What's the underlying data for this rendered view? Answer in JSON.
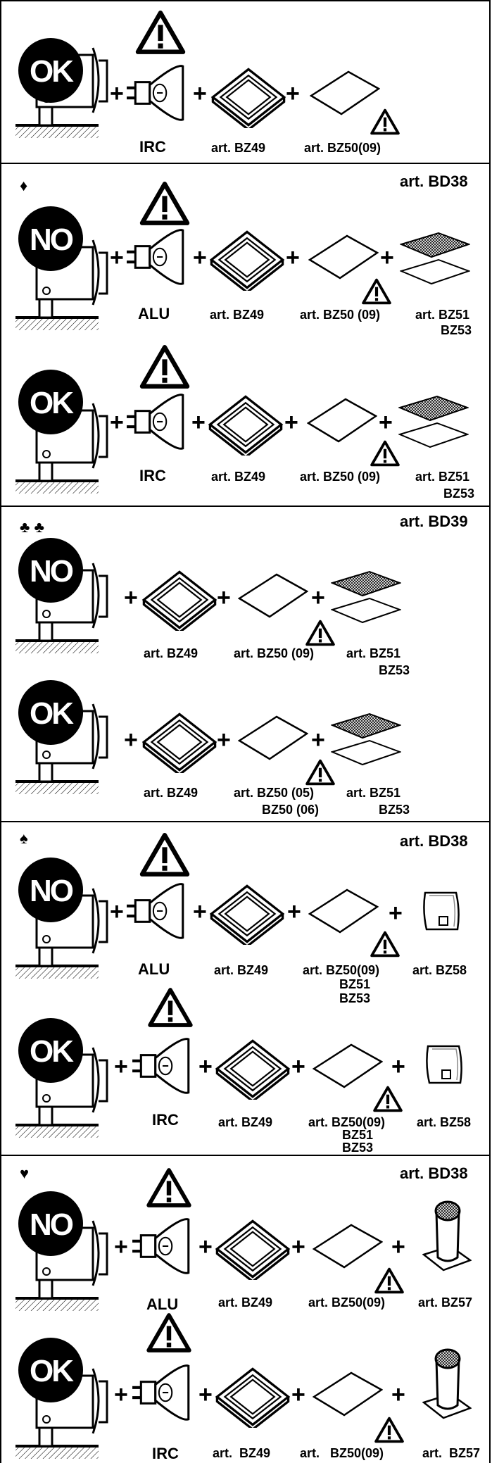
{
  "sections": [
    {
      "marker": "",
      "art_label": "",
      "rows": [
        {
          "status": "OK",
          "lamp": "IRC",
          "frame": "art. BZ49",
          "glass": "art. BZ50(09)",
          "extra": "",
          "extra2": ""
        }
      ]
    },
    {
      "marker": "♦",
      "art_label": "art. BD38",
      "rows": [
        {
          "status": "NO",
          "lamp": "ALU",
          "frame": "art. BZ49",
          "glass": "art. BZ50 (09)",
          "extra": "art. BZ51",
          "extra2": "BZ53"
        },
        {
          "status": "OK",
          "lamp": "IRC",
          "frame": "art. BZ49",
          "glass": "art. BZ50 (09)",
          "extra": "art. BZ51",
          "extra2": "BZ53"
        }
      ]
    },
    {
      "marker": "♣ ♣",
      "art_label": "art. BD39",
      "rows": [
        {
          "status": "NO",
          "frame": "art. BZ49",
          "glass": "art. BZ50 (09)",
          "glass2": "",
          "extra": "art. BZ51",
          "extra2": "BZ53"
        },
        {
          "status": "OK",
          "frame": "art. BZ49",
          "glass": "art. BZ50 (05)",
          "glass2": "BZ50 (06)",
          "extra": "art. BZ51",
          "extra2": "BZ53"
        }
      ]
    },
    {
      "marker": "♠",
      "art_label": "art. BD38",
      "rows": [
        {
          "status": "NO",
          "lamp": "ALU",
          "frame": "art. BZ49",
          "glass": "art. BZ50(09)",
          "glass2": "BZ51",
          "glass3": "BZ53",
          "extra": "art. BZ58"
        },
        {
          "status": "OK",
          "lamp": "IRC",
          "frame": "art. BZ49",
          "glass": "art. BZ50(09)",
          "glass2": "BZ51",
          "glass3": "BZ53",
          "extra": "art. BZ58"
        }
      ]
    },
    {
      "marker": "♥",
      "art_label": "art. BD38",
      "rows": [
        {
          "status": "NO",
          "lamp": "ALU",
          "frame": "art. BZ49",
          "glass": "art. BZ50(09)",
          "extra": "art. BZ57"
        },
        {
          "status": "OK",
          "lamp": "IRC",
          "frame": "art.  BZ49",
          "glass": "art.   BZ50(09)",
          "extra": "art.  BZ57"
        }
      ]
    }
  ],
  "plus_sign": "+"
}
